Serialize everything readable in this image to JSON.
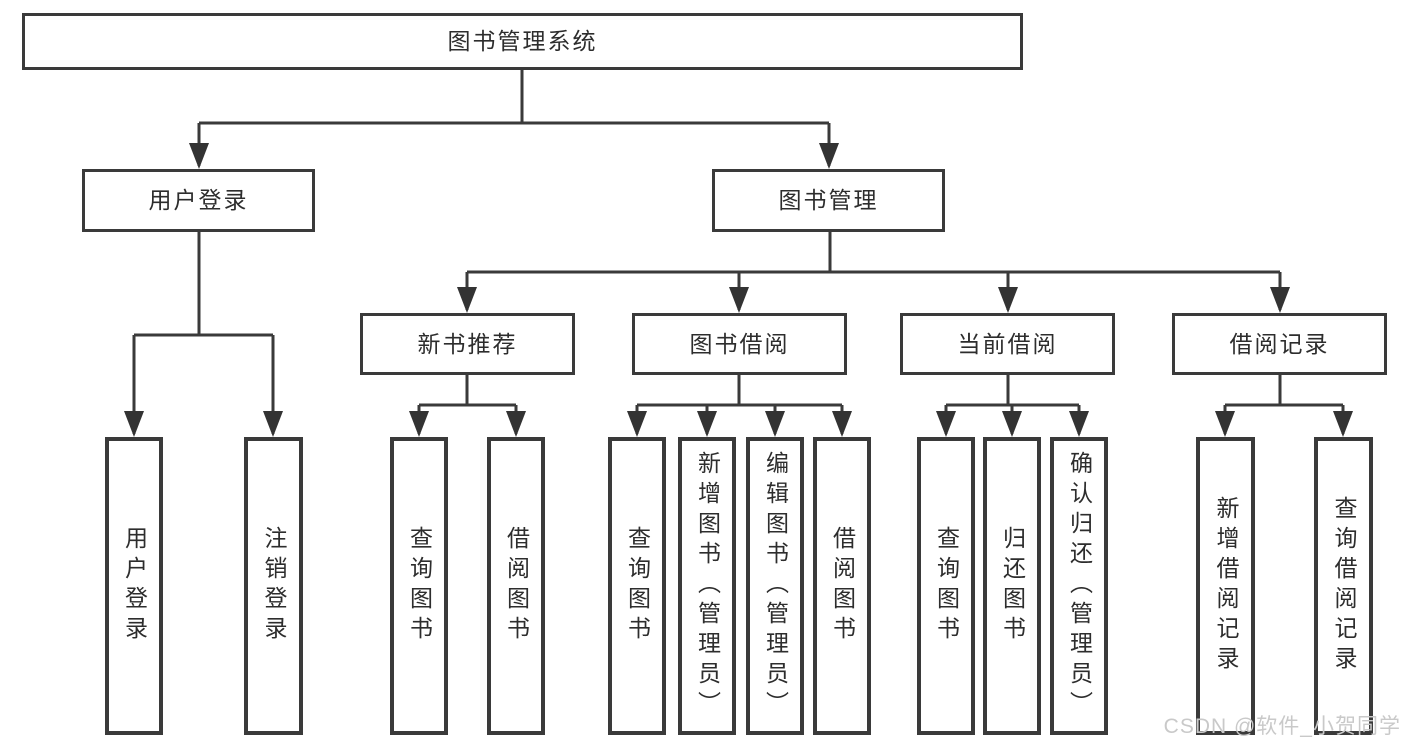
{
  "diagram_title": "图书管理系统",
  "watermark": "CSDN @软件_小贺同学",
  "colors": {
    "line": "#3a3a3a",
    "text": "#2d2d2d",
    "watermark": "#c9c9c9",
    "background": "#ffffff"
  },
  "tree": {
    "label": "图书管理系统",
    "children": [
      {
        "label": "用户登录",
        "children": [
          {
            "label": "用户登录"
          },
          {
            "label": "注销登录"
          }
        ]
      },
      {
        "label": "图书管理",
        "children": [
          {
            "label": "新书推荐",
            "children": [
              {
                "label": "查询图书"
              },
              {
                "label": "借阅图书"
              }
            ]
          },
          {
            "label": "图书借阅",
            "children": [
              {
                "label": "查询图书"
              },
              {
                "label": "新增图书（管理员）"
              },
              {
                "label": "编辑图书（管理员）"
              },
              {
                "label": "借阅图书"
              }
            ]
          },
          {
            "label": "当前借阅",
            "children": [
              {
                "label": "查询图书"
              },
              {
                "label": "归还图书"
              },
              {
                "label": "确认归还（管理员）"
              }
            ]
          },
          {
            "label": "借阅记录",
            "children": [
              {
                "label": "新增借阅记录"
              },
              {
                "label": "查询借阅记录"
              }
            ]
          }
        ]
      }
    ]
  }
}
